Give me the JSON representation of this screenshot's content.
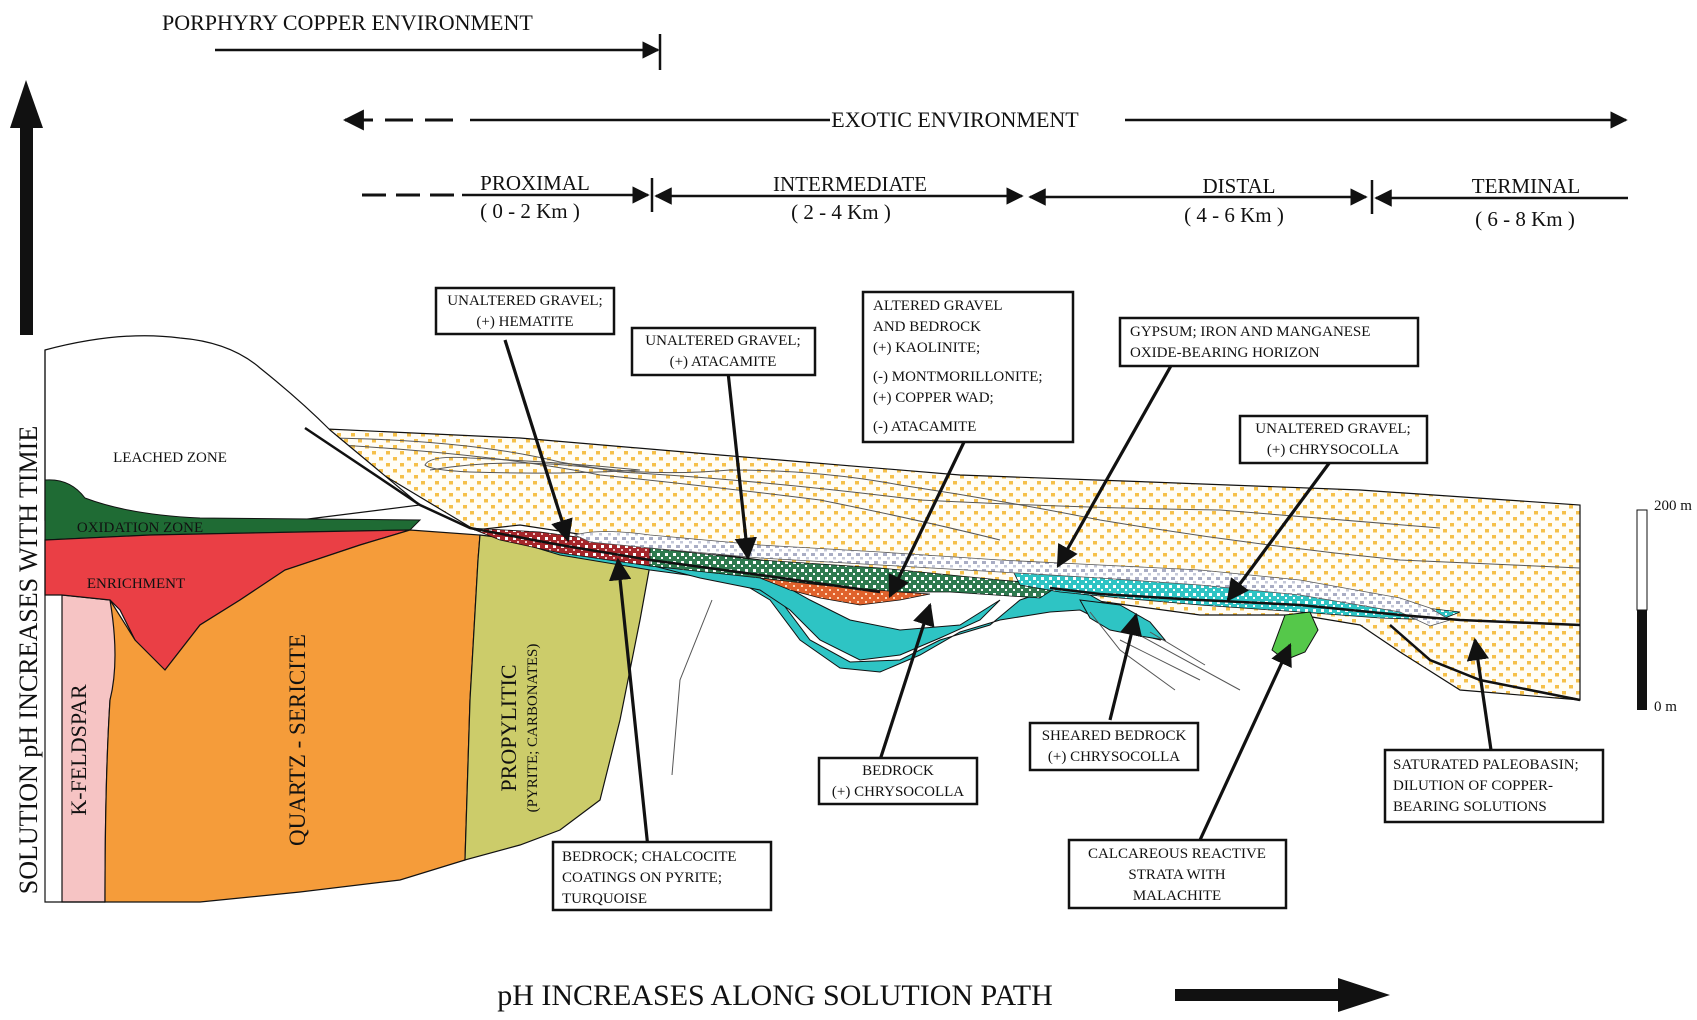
{
  "header": {
    "porphyry": "PORPHYRY COPPER  ENVIRONMENT",
    "exotic": "EXOTIC ENVIRONMENT"
  },
  "segments": [
    {
      "name": "PROXIMAL",
      "range": "( 0 - 2 Km )"
    },
    {
      "name": "INTERMEDIATE",
      "range": "( 2 - 4 Km )"
    },
    {
      "name": "DISTAL",
      "range": "( 4 - 6 Km )"
    },
    {
      "name": "TERMINAL",
      "range": "( 6 - 8 Km )"
    }
  ],
  "axes": {
    "y_label": "SOLUTION pH INCREASES WITH TIMIE",
    "x_label": "pH INCREASES ALONG SOLUTION PATH"
  },
  "zones": {
    "leached": "LEACHED ZONE",
    "oxidation": "OXIDATION ZONE",
    "enrichment": "ENRICHMENT",
    "kfeldspar": "K-FELDSPAR",
    "quartz_sericite": "QUARTZ - SERICITE",
    "propylitic": "PROPYLITIC",
    "propylitic_sub": "(PYRITE; CARBONATES)"
  },
  "scale": {
    "top": "200 m",
    "bottom": "0 m"
  },
  "callouts": {
    "hematite": [
      "UNALTERED GRAVEL;",
      "(+) HEMATITE"
    ],
    "atacamite": [
      "UNALTERED GRAVEL;",
      "(+) ATACAMITE"
    ],
    "altered": [
      "ALTERED GRAVEL",
      "AND BEDROCK",
      "(+) KAOLINITE;",
      "(-) MONTMORILLONITE;",
      "(+) COPPER WAD;",
      "(-) ATACAMITE"
    ],
    "gypsum": [
      "GYPSUM; IRON AND MANGANESE",
      "OXIDE-BEARING HORIZON"
    ],
    "chrysocolla_gravel": [
      "UNALTERED GRAVEL;",
      "(+) CHRYSOCOLLA"
    ],
    "bedrock_chalcocite": [
      "BEDROCK;  CHALCOCITE",
      "COATINGS ON PYRITE;",
      "TURQUOISE"
    ],
    "bedrock_chrysocolla": [
      "BEDROCK",
      "(+) CHRYSOCOLLA"
    ],
    "sheared": [
      "SHEARED BEDROCK",
      "(+) CHRYSOCOLLA"
    ],
    "calcareous": [
      "CALCAREOUS REACTIVE",
      "STRATA WITH",
      "MALACHITE"
    ],
    "paleobasin": [
      "SATURATED PALEOBASIN;",
      "DILUTION OF COPPER-",
      "BEARING SOLUTIONS"
    ]
  },
  "colors": {
    "gravel_dot": "#f5c04a",
    "bedrock_cyan": "#2ec4c4",
    "oxidation_green": "#1f6b34",
    "enrichment_red": "#ea3f45",
    "quartz_orange": "#f59c3a",
    "kfeldspar_pink": "#f6c4c4",
    "propylitic_olive": "#cccc6a",
    "hematite_red": "#a5252a",
    "atacamite_green": "#2e7a4f",
    "wad_orange": "#e0622c",
    "gray_gravel": "#b8bccf",
    "malachite": "#55c84a"
  }
}
